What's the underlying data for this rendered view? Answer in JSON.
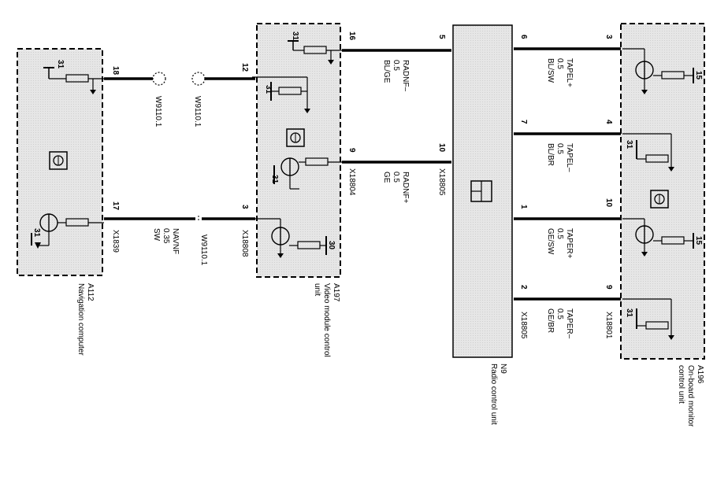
{
  "modules": {
    "a112": {
      "id": "A112",
      "name": "Navigation computer",
      "ground": "31"
    },
    "a197": {
      "id": "A197",
      "name_line1": "Video module control",
      "name_line2": "unit",
      "ground_top": "31",
      "ground_mid": "31",
      "ground_low": "31",
      "supply": "30"
    },
    "n9": {
      "id": "N9",
      "name": "Radio control unit"
    },
    "a196": {
      "id": "A196",
      "name_line1": "On-board monitor",
      "name_line2": "control unit",
      "ground_a": "31",
      "ground_b": "31",
      "supply_a": "15",
      "supply_b": "15"
    }
  },
  "connectors": {
    "x1839": "X1839",
    "x18808": "X18808",
    "x18804": "X18804",
    "x18805_top": "X18805",
    "x18805_bottom": "X18805",
    "x18801": "X18801"
  },
  "splices": {
    "w9110_a": "W9110.1",
    "w9110_b": "W9110.1",
    "w9110_c": "W9110.1"
  },
  "pins": {
    "a112_18": "18",
    "a112_17": "17",
    "a197_12": "12",
    "a197_3": "3",
    "a197_16": "16",
    "a197_9": "9",
    "n9_5": "5",
    "n9_10": "10",
    "n9_6": "6",
    "n9_7": "7",
    "n9_1": "1",
    "n9_2": "2",
    "a196_3": "3",
    "a196_4": "4",
    "a196_10": "10",
    "a196_9": "9"
  },
  "wires": {
    "navnf": {
      "signal": "NAVNF",
      "size": "0.35",
      "color": "SW"
    },
    "radnf_minus": {
      "signal": "RADNF–",
      "size": "0.5",
      "color": "BL/GE"
    },
    "radnf_plus": {
      "signal": "RADNF+",
      "size": "0.5",
      "color": "GE"
    },
    "tapel_plus": {
      "signal": "TAPEL+",
      "size": "0.5",
      "color": "BL/SW"
    },
    "tapel_minus": {
      "signal": "TAPEL–",
      "size": "0.5",
      "color": "BL/BR"
    },
    "taper_plus": {
      "signal": "TAPER+",
      "size": "0.5",
      "color": "GE/SW"
    },
    "taper_minus": {
      "signal": "TAPER–",
      "size": "0.5",
      "color": "GE/BR"
    }
  }
}
